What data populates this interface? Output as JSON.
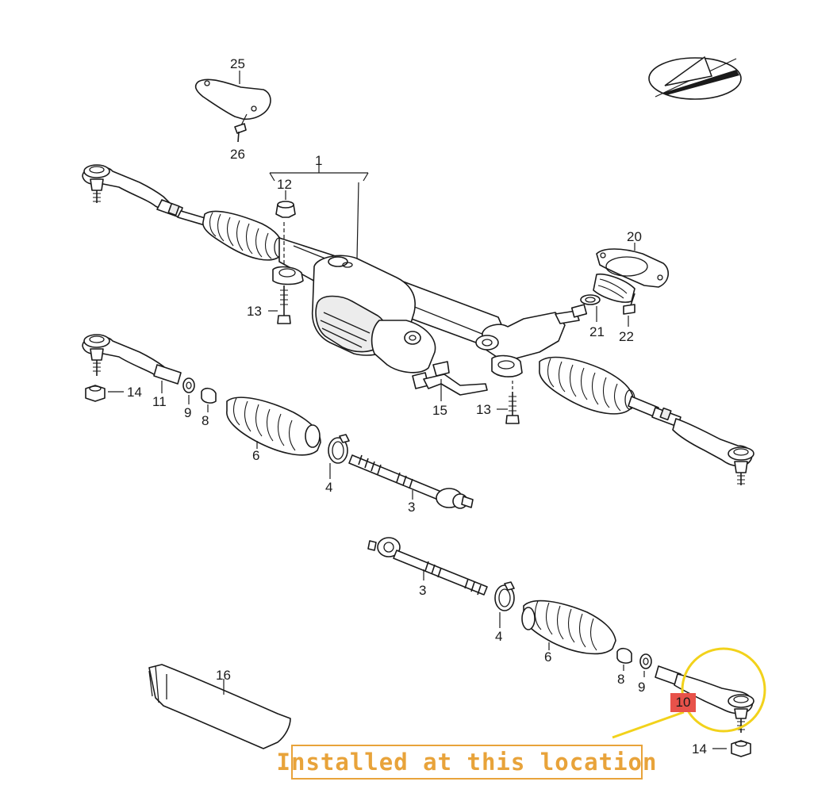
{
  "diagram": {
    "callouts": {
      "c1": "1",
      "c3a": "3",
      "c3b": "3",
      "c4a": "4",
      "c4b": "4",
      "c6a": "6",
      "c6b": "6",
      "c8a": "8",
      "c8b": "8",
      "c9a": "9",
      "c9b": "9",
      "c11": "11",
      "c12": "12",
      "c13a": "13",
      "c13b": "13",
      "c14a": "14",
      "c14b": "14",
      "c15": "15",
      "c16": "16",
      "c20": "20",
      "c21": "21",
      "c22": "22",
      "c25": "25",
      "c26": "26"
    },
    "highlight": {
      "part_number": "10",
      "tag_color": "#e8524a",
      "circle_color": "#f2d21b"
    },
    "banner": {
      "text": "Installed at this location",
      "color": "#e8a33a"
    }
  }
}
